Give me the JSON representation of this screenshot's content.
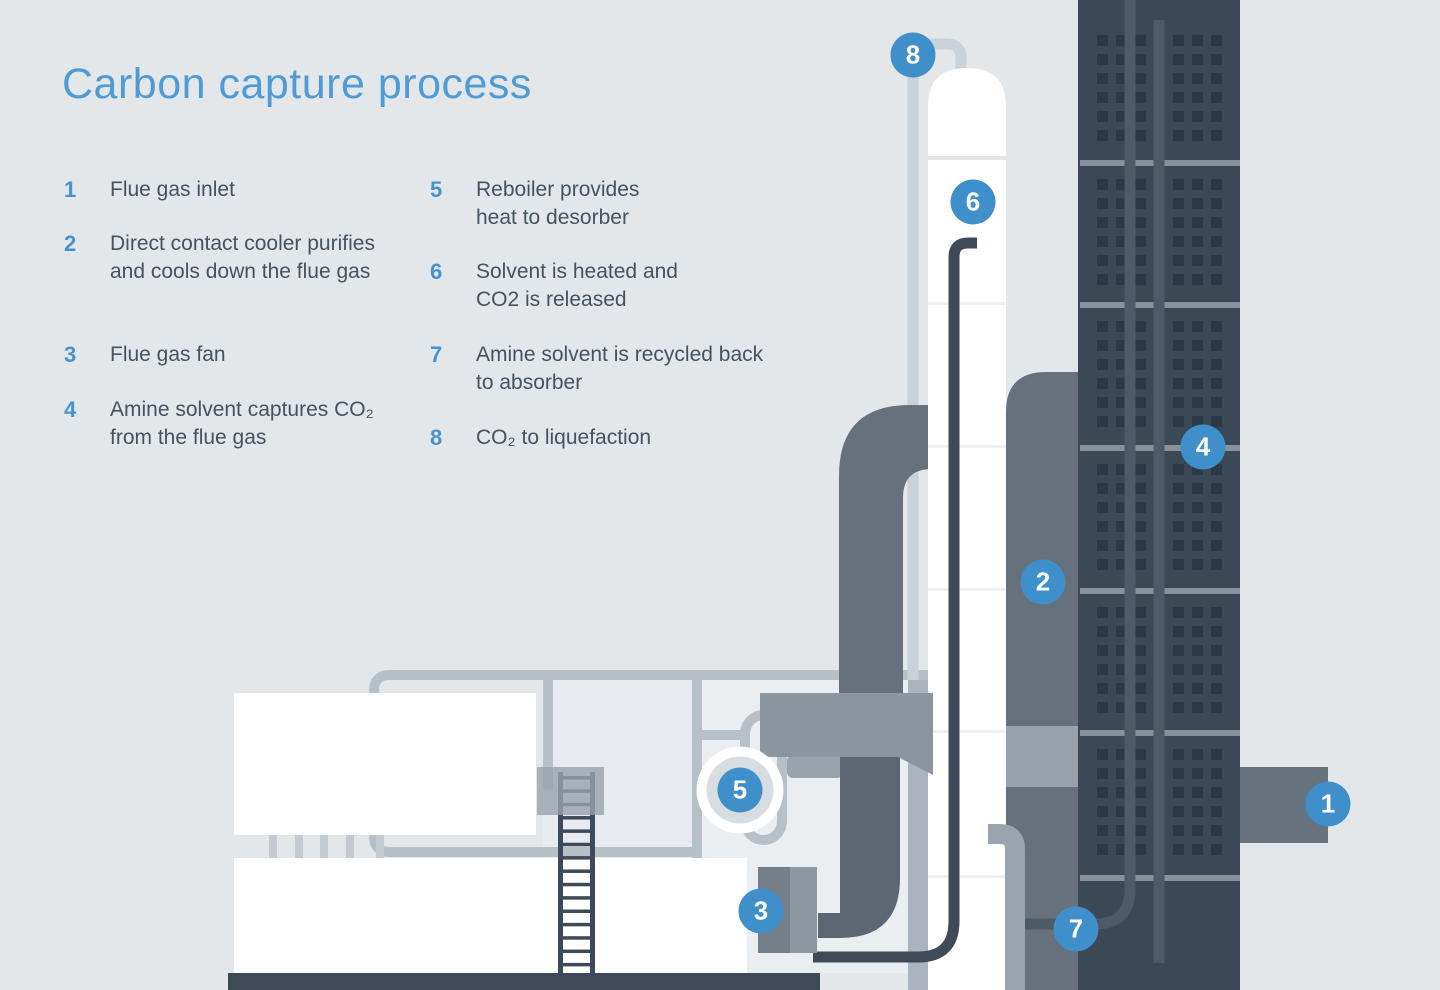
{
  "title": "Carbon capture process",
  "colors": {
    "background": "#E3E7EA",
    "title_blue": "#4F9BD6",
    "legend_number_blue": "#4793CE",
    "badge_blue": "#3E8FCA",
    "text": "#46525F",
    "tower_dark": "#3B4855",
    "pipe_gray": "#66717D",
    "light_pipe": "#CBD1D8"
  },
  "legend": {
    "items": [
      {
        "num": "1",
        "text": "Flue gas inlet"
      },
      {
        "num": "2",
        "text": "Direct contact cooler purifies and cools down the flue gas"
      },
      {
        "num": "3",
        "text": "Flue gas fan"
      },
      {
        "num": "4",
        "text": "Amine solvent captures CO₂ from the flue gas"
      },
      {
        "num": "5",
        "text": "Reboiler provides heat to desorber"
      },
      {
        "num": "6",
        "text": "Solvent is heated and CO2 is released"
      },
      {
        "num": "7",
        "text": "Amine solvent is recycled back to absorber"
      },
      {
        "num": "8",
        "text": "CO₂ to liquefaction"
      }
    ]
  },
  "badges": [
    {
      "label": "1"
    },
    {
      "label": "2"
    },
    {
      "label": "3"
    },
    {
      "label": "4"
    },
    {
      "label": "5"
    },
    {
      "label": "6"
    },
    {
      "label": "7"
    },
    {
      "label": "8"
    }
  ]
}
